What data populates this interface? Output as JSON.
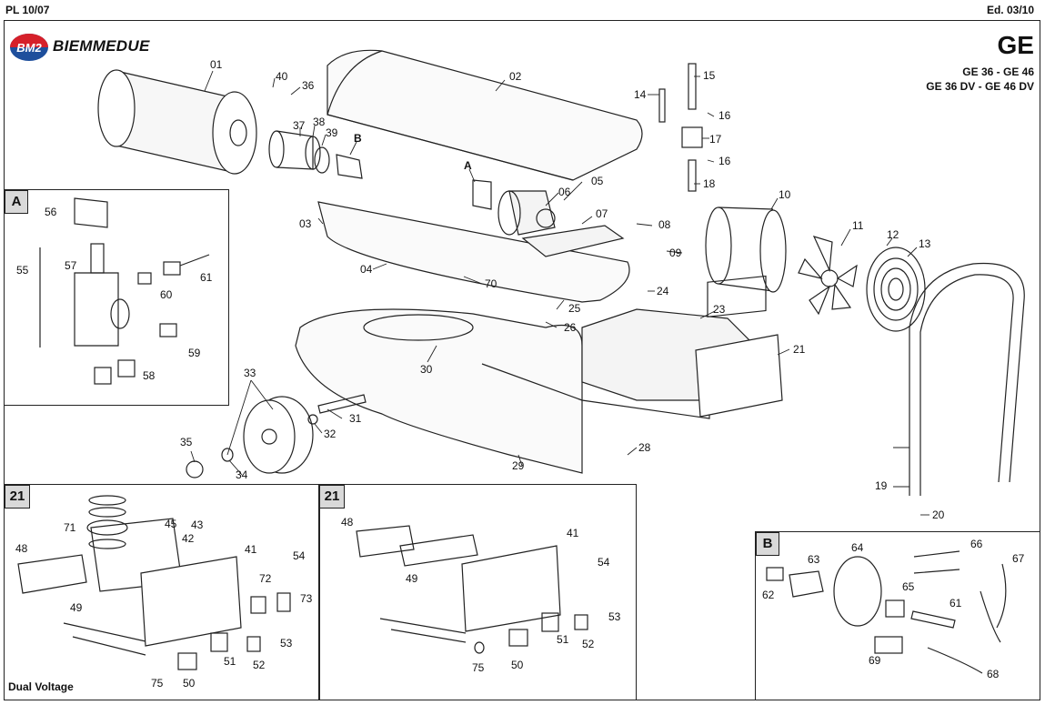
{
  "header": {
    "left": "PL 10/07",
    "right": "Ed. 03/10"
  },
  "brand": {
    "logo_text": "BM2",
    "name": "BIEMMEDUE"
  },
  "models": {
    "series": "GE",
    "line1": "GE 36 - GE 46",
    "line2": "GE 36 DV - GE 46 DV"
  },
  "panels": {
    "a_tag": "A",
    "b_tag": "B",
    "panel21_left_tag": "21",
    "panel21_right_tag": "21",
    "dual_voltage_caption": "Dual Voltage"
  },
  "parts": {
    "main": [
      "01",
      "02",
      "03",
      "04",
      "05",
      "06",
      "07",
      "08",
      "09",
      "10",
      "11",
      "12",
      "13",
      "14",
      "15",
      "16",
      "16",
      "17",
      "18",
      "19",
      "20",
      "21",
      "23",
      "24",
      "25",
      "26",
      "28",
      "29",
      "30",
      "31",
      "32",
      "33",
      "34",
      "35",
      "36",
      "37",
      "38",
      "39",
      "40",
      "70",
      "A",
      "B"
    ],
    "panel_a": [
      "55",
      "56",
      "57",
      "58",
      "59",
      "60",
      "61"
    ],
    "panel_21_left": [
      "41",
      "42",
      "43",
      "45",
      "48",
      "49",
      "50",
      "51",
      "52",
      "53",
      "54",
      "71",
      "72",
      "73",
      "75"
    ],
    "panel_21_right": [
      "41",
      "48",
      "49",
      "50",
      "51",
      "52",
      "53",
      "54",
      "75"
    ],
    "panel_b": [
      "61",
      "62",
      "63",
      "64",
      "65",
      "66",
      "67",
      "68",
      "69"
    ]
  },
  "colors": {
    "logo_red": "#d6202a",
    "logo_blue": "#1e4f9c",
    "line": "#222222",
    "tag_bg": "#d9d9d9"
  }
}
